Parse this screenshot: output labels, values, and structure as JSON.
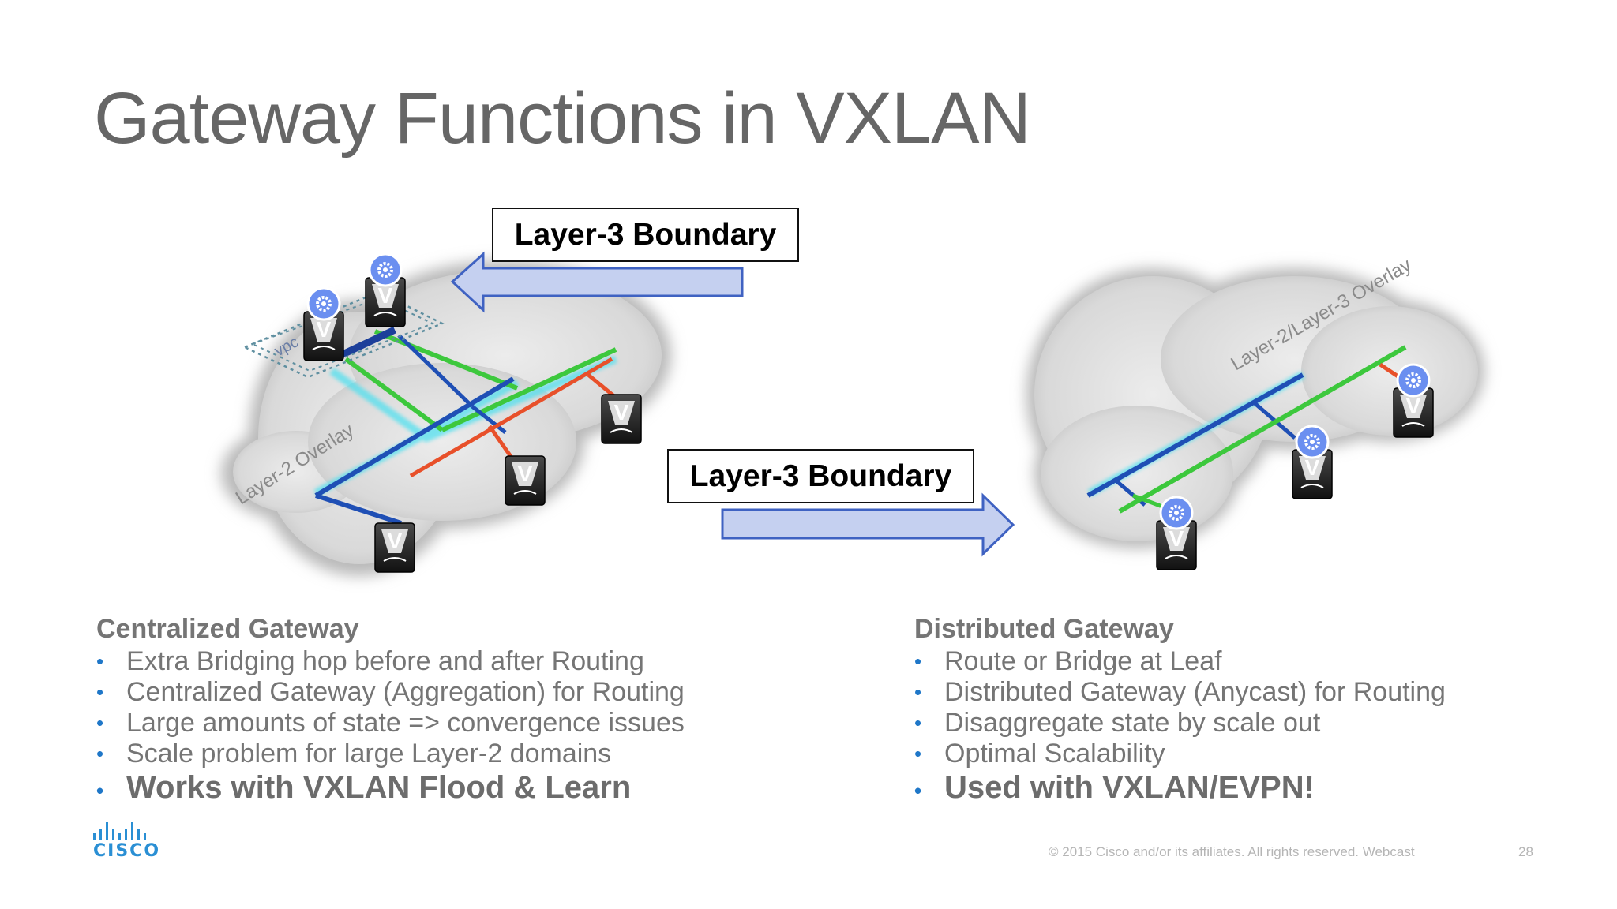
{
  "slide": {
    "title": "Gateway Functions in VXLAN"
  },
  "diagram": {
    "callout_top": "Layer-3 Boundary",
    "callout_mid": "Layer-3 Boundary",
    "left_cloud_label": "Layer-2 Overlay",
    "left_vpc_label": "vpc",
    "right_cloud_label": "Layer-2/Layer-3 Overlay",
    "vtep_glyph": "V",
    "colors": {
      "blue_link": "#1f4fb5",
      "green_link": "#3dc83d",
      "red_link": "#e8502a",
      "arrow_fill": "#c5d0f0",
      "arrow_stroke": "#3f62c2",
      "gateway_badge": "#6b8ff0"
    }
  },
  "left_column": {
    "heading": "Centralized Gateway",
    "bullets": [
      "Extra Bridging hop before and after Routing",
      "Centralized Gateway (Aggregation) for Routing",
      "Large amounts of state => convergence issues",
      "Scale problem for large Layer-2 domains"
    ],
    "emphasis": "Works with VXLAN Flood & Learn"
  },
  "right_column": {
    "heading": "Distributed Gateway",
    "bullets": [
      "Route or Bridge at Leaf",
      "Distributed Gateway (Anycast) for Routing",
      "Disaggregate state by scale out",
      "Optimal Scalability"
    ],
    "emphasis": "Used with VXLAN/EVPN!"
  },
  "footer": {
    "logo_text": "CISCO",
    "copyright": "© 2015  Cisco and/or its affiliates. All rights reserved.  Webcast",
    "page_number": "28"
  }
}
